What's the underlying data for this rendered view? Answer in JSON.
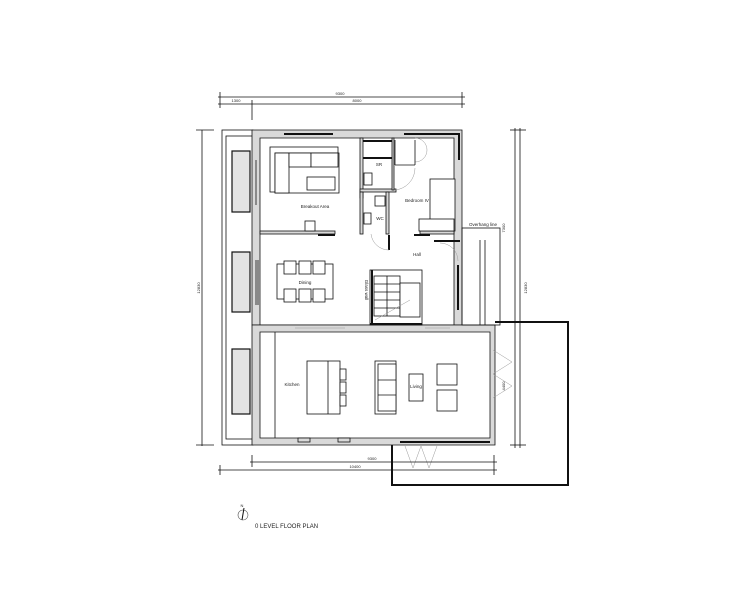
{
  "plan": {
    "title": "0 LEVEL FLOOR PLAN",
    "north_label": "N",
    "rooms": {
      "breakout": "Breakout Area",
      "sr": "SR",
      "wc": "WC",
      "bedroom": "Bedroom IV",
      "hall": "Hall",
      "dining": "Dining",
      "glass_wall": "Glass wall",
      "kitchen": "Kitchen",
      "living": "Living",
      "overhang": "Overhang line"
    },
    "dimensions": {
      "top_total": "9300",
      "top_left": "1300",
      "top_right": "8000",
      "bottom_inner": "9300",
      "bottom_total": "10400",
      "left_height": "12830",
      "right_upper": "7300",
      "right_total": "12830",
      "right_lower": "4400"
    }
  }
}
